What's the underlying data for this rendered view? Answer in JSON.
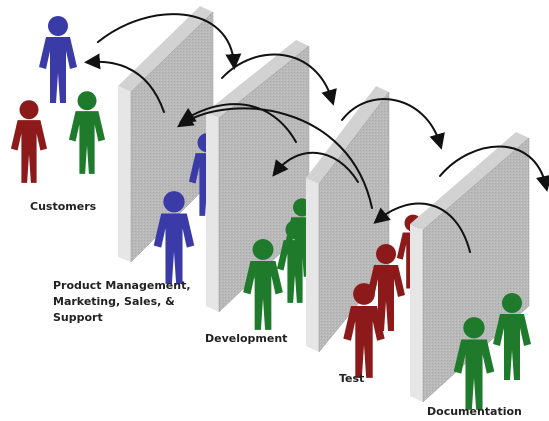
{
  "labels": {
    "customers": "Customers",
    "product_line1": "Product Management,",
    "product_line2": "Marketing, Sales, &",
    "product_line3": "Support",
    "development": "Development",
    "test": "Test",
    "documentation": "Documentation"
  },
  "colors": {
    "blue": "#3b3ba8",
    "green": "#1f7a2c",
    "red": "#8c1a1a",
    "wall_front": "#b8b8b8",
    "wall_side": "#e6e6e6",
    "wall_top": "#d2d2d2",
    "arrow": "#111111"
  },
  "icons": [
    "person-icon",
    "wall-icon",
    "curved-arrow-icon"
  ]
}
